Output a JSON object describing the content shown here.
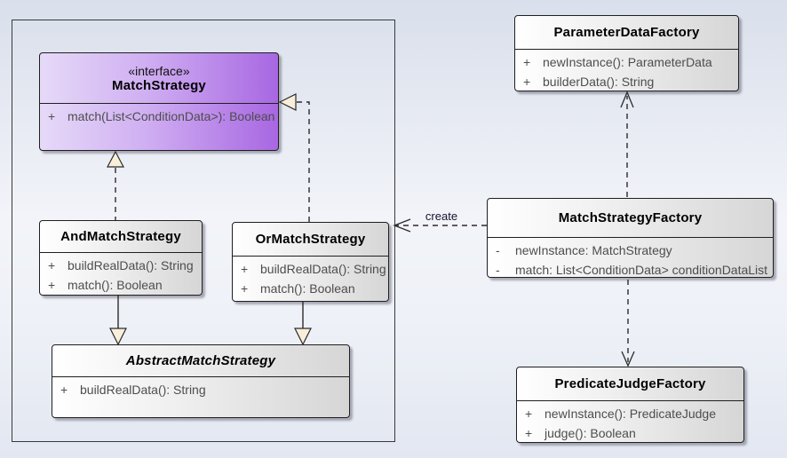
{
  "diagram_type": "uml-class-diagram",
  "classes": {
    "match_strategy": {
      "stereotype": "«interface»",
      "name": "MatchStrategy",
      "members": [
        {
          "vis": "+",
          "text": "match(List<ConditionData>): Boolean"
        }
      ]
    },
    "and_match": {
      "name": "AndMatchStrategy",
      "members": [
        {
          "vis": "+",
          "text": "buildRealData(): String"
        },
        {
          "vis": "+",
          "text": "match(): Boolean"
        }
      ]
    },
    "or_match": {
      "name": "OrMatchStrategy",
      "members": [
        {
          "vis": "+",
          "text": "buildRealData(): String"
        },
        {
          "vis": "+",
          "text": "match(): Boolean"
        }
      ]
    },
    "abstract_match": {
      "name": "AbstractMatchStrategy",
      "members": [
        {
          "vis": "+",
          "text": "buildRealData(): String"
        }
      ]
    },
    "parameter_data_factory": {
      "name": "ParameterDataFactory",
      "members": [
        {
          "vis": "+",
          "text": "newInstance(): ParameterData"
        },
        {
          "vis": "+",
          "text": "builderData(): String"
        }
      ]
    },
    "match_strategy_factory": {
      "name": "MatchStrategyFactory",
      "members": [
        {
          "vis": "-",
          "text": "newInstance: MatchStrategy"
        },
        {
          "vis": "-",
          "text": "match: List<ConditionData> conditionDataList"
        }
      ]
    },
    "predicate_judge_factory": {
      "name": "PredicateJudgeFactory",
      "members": [
        {
          "vis": "+",
          "text": "newInstance(): PredicateJudge"
        },
        {
          "vis": "+",
          "text": "judge(): Boolean"
        }
      ]
    }
  },
  "relations": {
    "create_label": "create"
  },
  "colors": {
    "interface_gradient_start": "#e6daf8",
    "interface_gradient_end": "#a867e2",
    "class_gradient_start": "#ffffff",
    "class_gradient_end": "#d6d6d6",
    "arrowhead_fill": "#f8eeda",
    "line_color": "#2b2b2b",
    "member_text_color": "#4d4d4d",
    "background_top": "#d9dfeb",
    "background_mid": "#f2f4f9",
    "background_bottom": "#e2e7f1"
  }
}
